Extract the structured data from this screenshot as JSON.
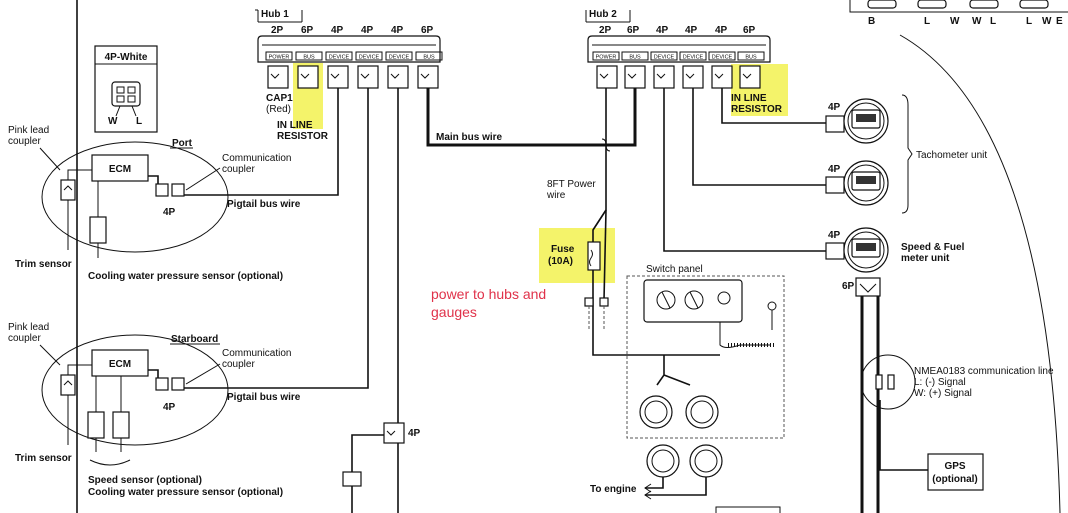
{
  "hub1": {
    "title": "Hub 1",
    "pin_counts": [
      "2P",
      "6P",
      "4P",
      "4P",
      "4P",
      "6P"
    ],
    "port_labels": [
      "POWER",
      "BUS",
      "DEVICE",
      "DEVICE",
      "DEVICE",
      "BUS"
    ],
    "cap_label": "CAP1",
    "cap_color": "(Red)",
    "resistor_label_1": "IN LINE",
    "resistor_label_2": "RESISTOR"
  },
  "hub2": {
    "title": "Hub 2",
    "pin_counts": [
      "2P",
      "6P",
      "4P",
      "4P",
      "4P",
      "6P"
    ],
    "port_labels": [
      "POWER",
      "BUS",
      "DEVICE",
      "DEVICE",
      "DEVICE",
      "BUS"
    ],
    "resistor_label_1": "IN LINE",
    "resistor_label_2": "RESISTOR"
  },
  "white_connector": {
    "title": "4P-White",
    "pin_w": "W",
    "pin_l": "L"
  },
  "port_side": {
    "title": "Port",
    "pink_lead_1": "Pink lead",
    "pink_lead_2": "coupler",
    "ecm": "ECM",
    "comm_1": "Communication",
    "comm_2": "coupler",
    "pin": "4P",
    "pigtail": "Pigtail bus wire",
    "trim": "Trim sensor",
    "cooling": "Cooling water pressure sensor (optional)"
  },
  "starboard_side": {
    "title": "Starboard",
    "pink_lead_1": "Pink lead",
    "pink_lead_2": "coupler",
    "ecm": "ECM",
    "comm_1": "Communication",
    "comm_2": "coupler",
    "pin": "4P",
    "pigtail": "Pigtail bus wire",
    "trim": "Trim sensor",
    "speed": "Speed sensor (optional)",
    "cooling": "Cooling water pressure sensor (optional)"
  },
  "main_bus": "Main bus wire",
  "power_wire_1": "8FT Power",
  "power_wire_2": "wire",
  "fuse_1": "Fuse",
  "fuse_2": "(10A)",
  "annotation_1": "power to hubs and",
  "annotation_2": "gauges",
  "switch_panel": "Switch panel",
  "to_engine": "To engine",
  "bottom_4p": "4P",
  "tach_unit": "Tachometer unit",
  "tach_pin_1": "4P",
  "tach_pin_2": "4P",
  "speed_fuel_1": "Speed & Fuel",
  "speed_fuel_2": "meter unit",
  "sf_pin_top": "4P",
  "sf_pin_bottom": "6P",
  "nmea_1": "NMEA0183 communication line",
  "nmea_2": "L: (-) Signal",
  "nmea_3": "W: (+) Signal",
  "gps_1": "GPS",
  "gps_2": "(optional)",
  "top_right_labels": [
    "B",
    "L",
    "W",
    "W",
    "L",
    "L",
    "W",
    "E"
  ],
  "colors": {
    "highlight": "#f4f36a",
    "annotation": "#e0324a",
    "line": "#111111"
  }
}
